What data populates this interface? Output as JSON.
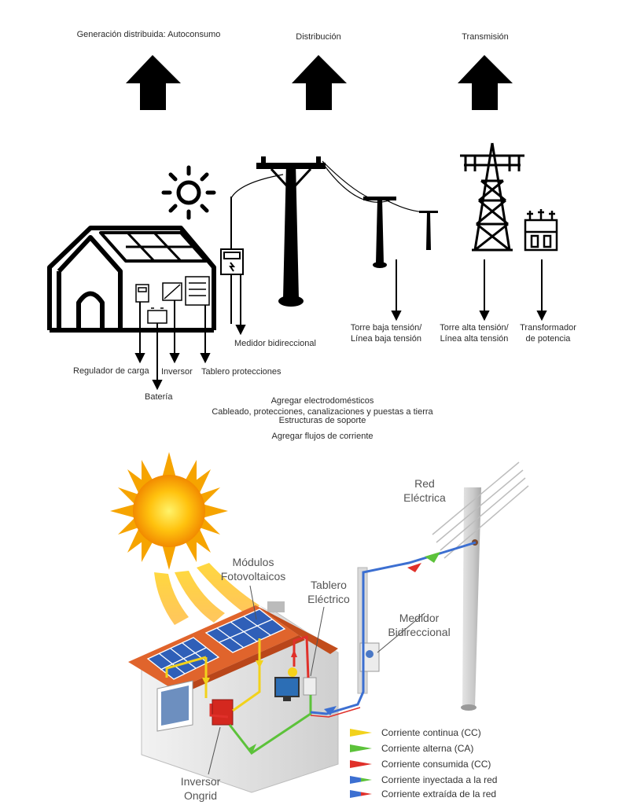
{
  "top": {
    "headers": {
      "generation": "Generación distribuida: Autoconsumo",
      "distribution": "Distribución",
      "transmission": "Transmisión"
    },
    "labels": {
      "charge_regulator": "Regulador de carga",
      "inverter": "Inversor",
      "protection_board": "Tablero protecciones",
      "battery": "Batería",
      "bidirectional_meter": "Medidor bidireccional",
      "low_voltage_tower": [
        "Torre baja tensión/",
        "Línea baja tensión"
      ],
      "high_voltage_tower": [
        "Torre alta tensión/",
        "Línea alta tensión"
      ],
      "power_transformer": [
        "Transformador",
        "de potencia"
      ]
    },
    "notes": [
      "Agregar electrodomésticos",
      "Cableado, protecciones, canalizaciones y puestas a tierra",
      "Estructuras de soporte",
      "Agregar flujos de corriente"
    ]
  },
  "bottom": {
    "captions": {
      "grid": [
        "Red",
        "Eléctrica"
      ],
      "pv_modules": [
        "Módulos",
        "Fotovoltaicos"
      ],
      "electrical_board": [
        "Tablero",
        "Eléctrico"
      ],
      "meter": [
        "Medidor",
        "Bidireccional"
      ],
      "inverter": [
        "Inversor",
        "Ongrid"
      ]
    },
    "legend": [
      {
        "label": "Corriente continua (CC)",
        "color": "#f2d21b"
      },
      {
        "label": "Corriente alterna (CA)",
        "color": "#5cc23a"
      },
      {
        "label": "Corriente consumida (CC)",
        "color": "#e0302a"
      },
      {
        "label": "Corriente inyectada a la red",
        "color": "#3c6fd1"
      },
      {
        "label": "Corriente extraída de la red",
        "color": "#e0302a"
      }
    ]
  }
}
